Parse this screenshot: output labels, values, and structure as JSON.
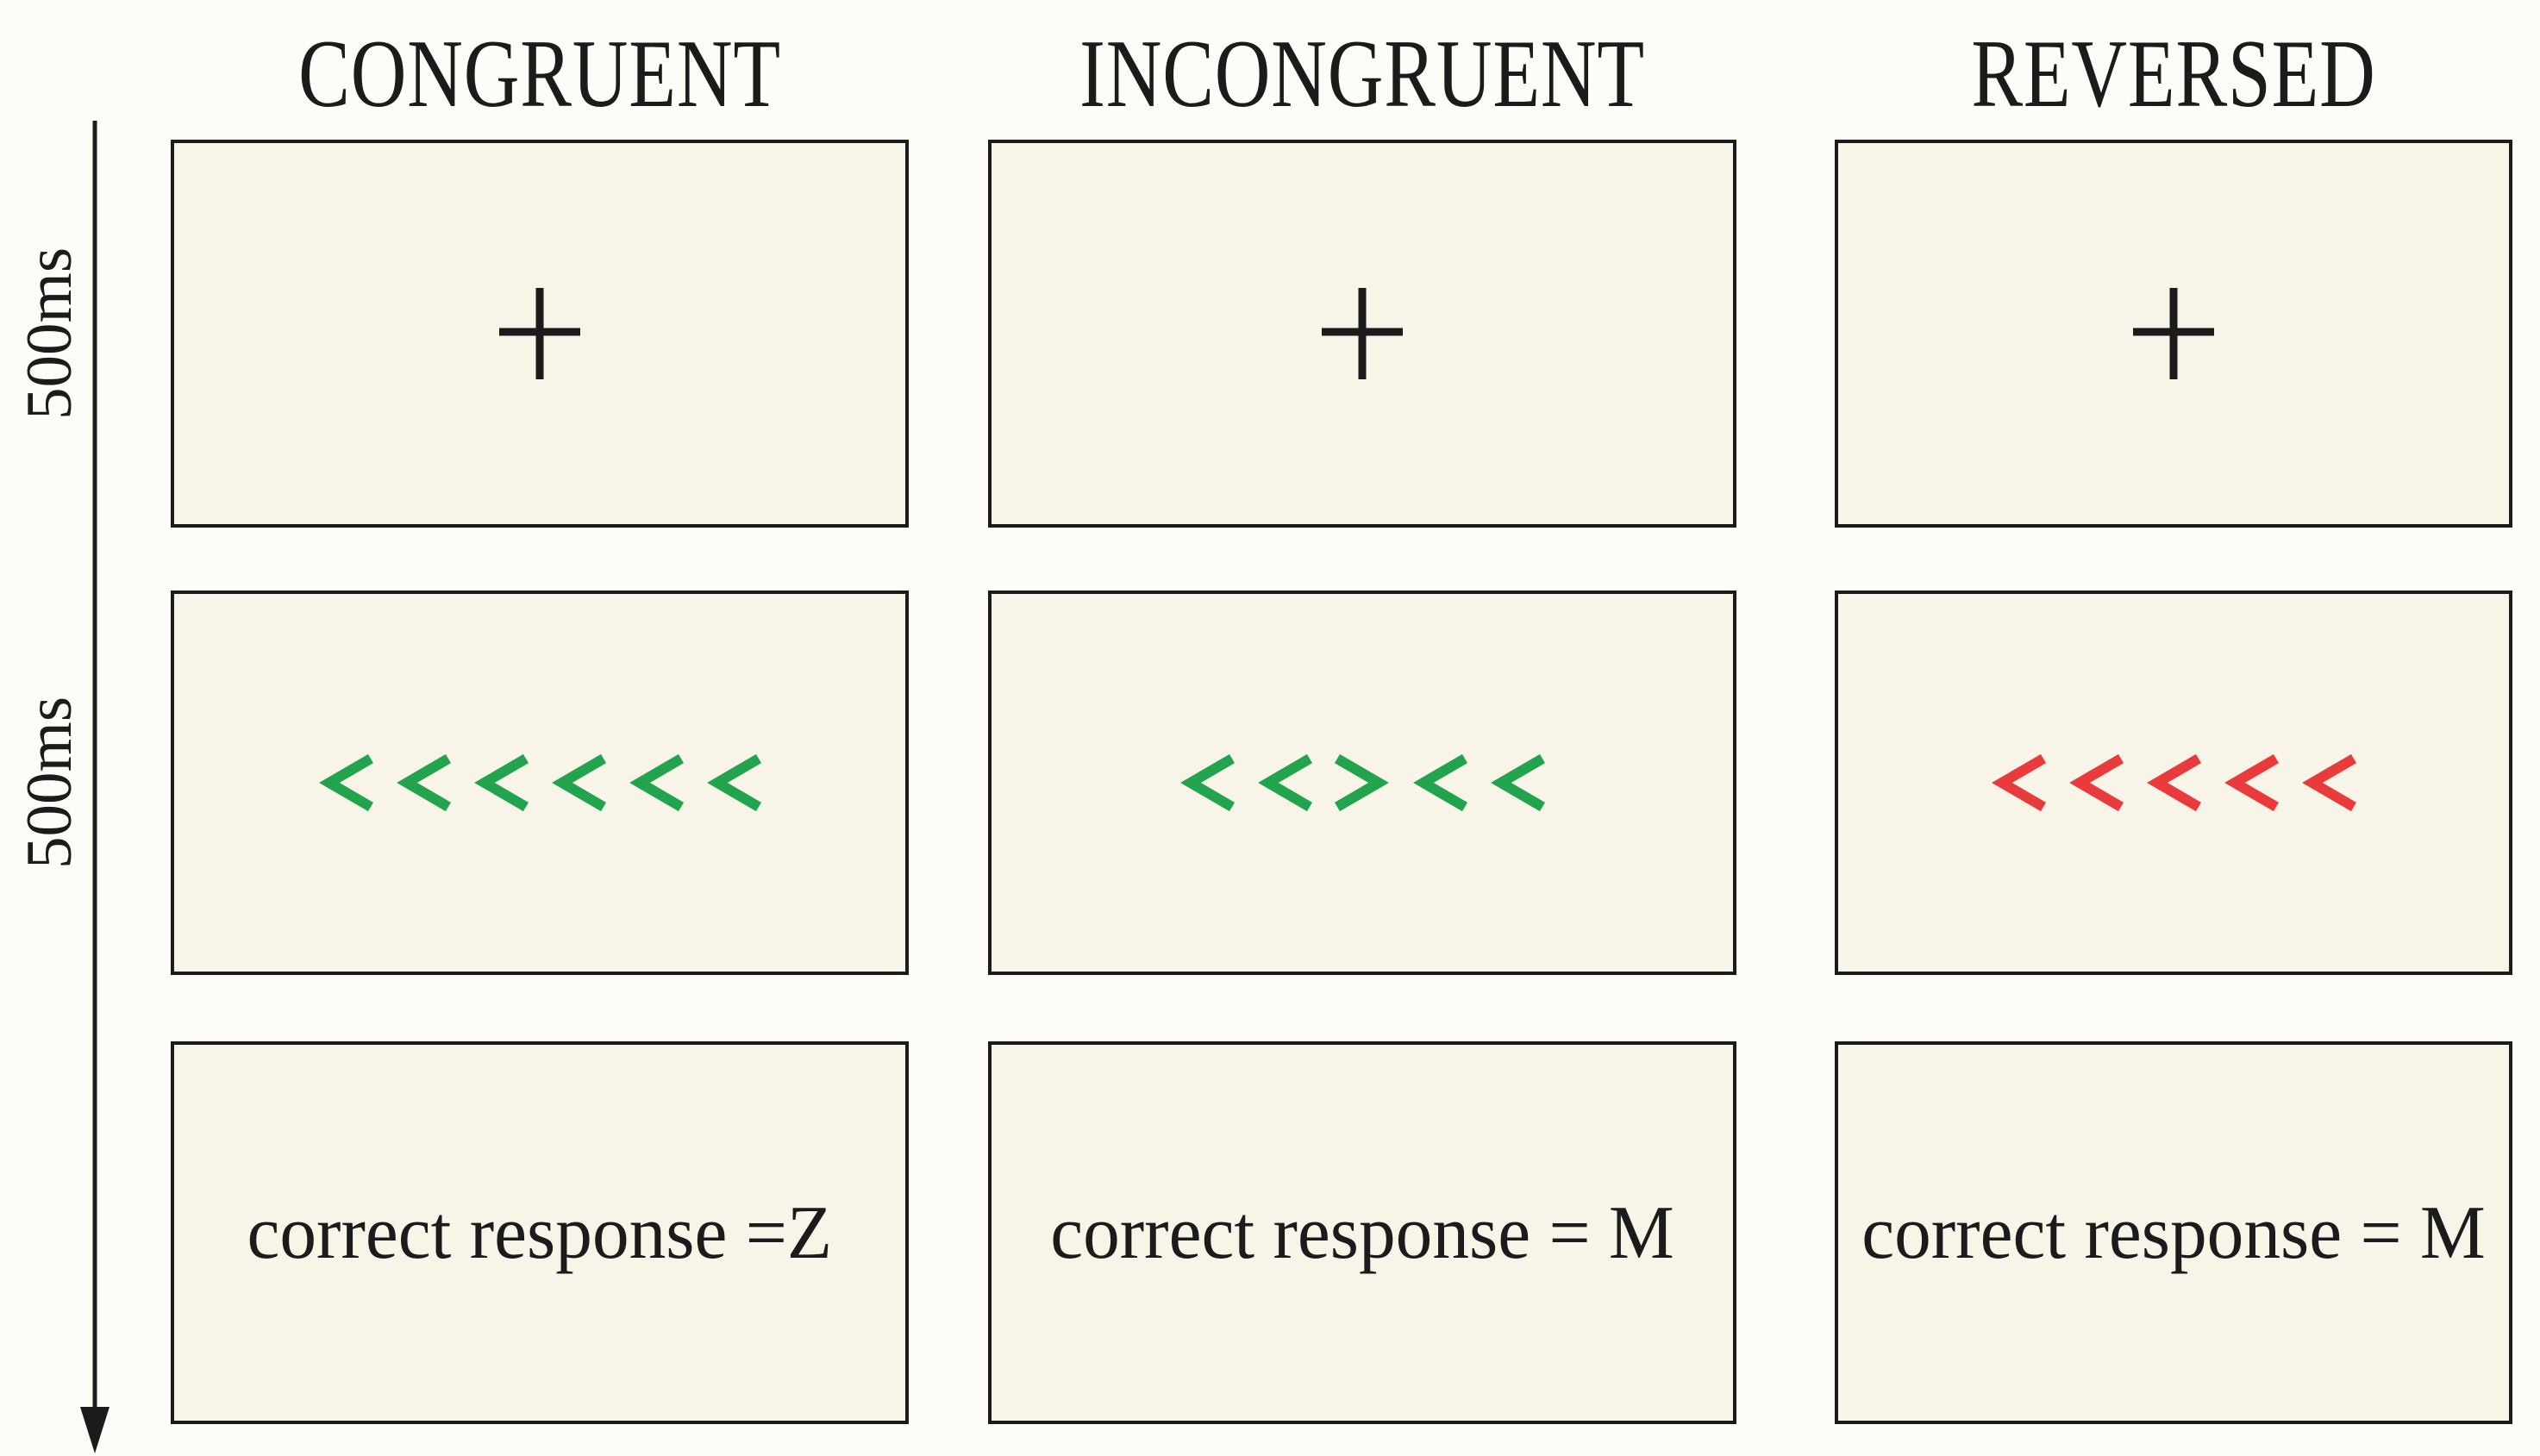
{
  "figure": {
    "description": "Flanker task trial sequence diagram with three conditions"
  },
  "palette": {
    "page_bg": "#fdfcf7",
    "panel_bg": "#f9f4e8",
    "ink": "#1b1b1b",
    "green": "#21a44d",
    "red": "#e93b3c"
  },
  "timeline": {
    "labels": [
      {
        "text": "500ms"
      },
      {
        "text": "500ms"
      }
    ],
    "direction": "down"
  },
  "columns": [
    {
      "id": "congruent",
      "title": "CONGRUENT",
      "fixation": "+",
      "stimulus": {
        "text": "<<<<<<",
        "arrows": [
          "left",
          "left",
          "left",
          "left",
          "left",
          "left"
        ],
        "color": "#21a44d"
      },
      "response": "correct response =Z"
    },
    {
      "id": "incongruent",
      "title": "INCONGRUENT",
      "fixation": "+",
      "stimulus": {
        "text": "<<><<",
        "arrows": [
          "left",
          "left",
          "right",
          "left",
          "left"
        ],
        "color": "#21a44d"
      },
      "response": "correct response = M"
    },
    {
      "id": "reversed",
      "title": "REVERSED",
      "fixation": "+",
      "stimulus": {
        "text": "<<<<<",
        "arrows": [
          "left",
          "left",
          "left",
          "left",
          "left"
        ],
        "color": "#e93b3c"
      },
      "response": "correct response = M"
    }
  ]
}
